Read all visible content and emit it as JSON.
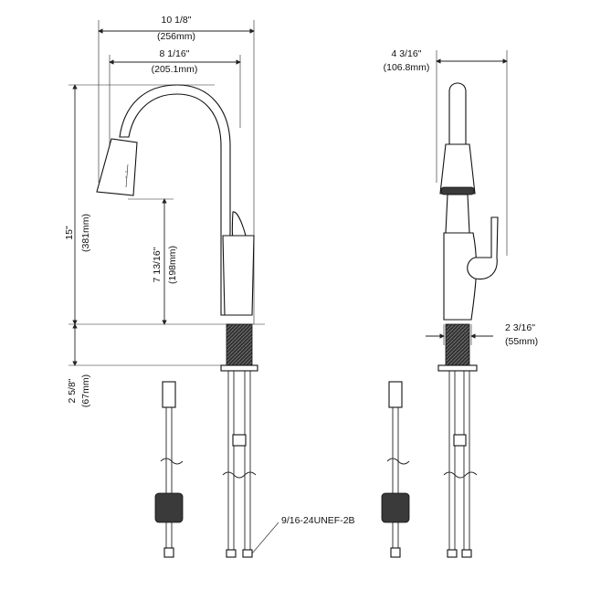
{
  "dimensions": {
    "total_width": {
      "imperial": "10 1/8\"",
      "metric": "(256mm)"
    },
    "spout_reach": {
      "imperial": "8 1/16\"",
      "metric": "(205.1mm)"
    },
    "height": {
      "imperial": "15\"",
      "metric": "(381mm)"
    },
    "spout_height": {
      "imperial": "7 13/16\"",
      "metric": "(198mm)"
    },
    "below_deck": {
      "imperial": "2 5/8\"",
      "metric": "(67mm)"
    },
    "side_depth": {
      "imperial": "4 3/16\"",
      "metric": "(106.8mm)"
    },
    "base_diameter": {
      "imperial": "2 3/16\"",
      "metric": "(55mm)"
    }
  },
  "thread_label": "9/16-24UNEF-2B"
}
